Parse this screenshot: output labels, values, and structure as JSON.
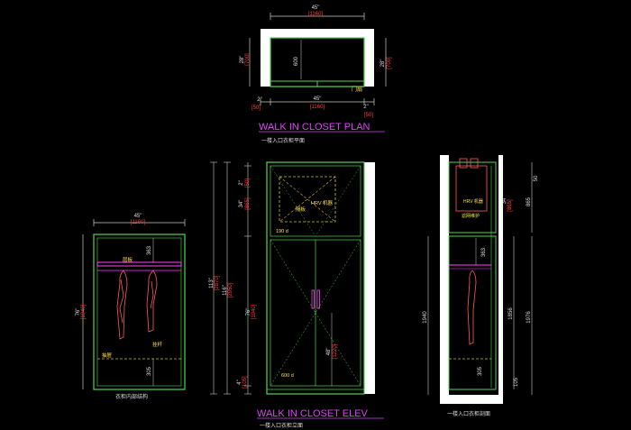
{
  "plan": {
    "title": "WALK IN CLOSET PLAN",
    "subtitle": "一楼入口衣柜平面",
    "top_dim_ft": "45\"",
    "top_dim_mm": "[1160]",
    "depth_inner": "600",
    "left_dim_ft": "28\"",
    "left_dim_mm": "[700]",
    "right_dim_ft": "28\"",
    "right_dim_mm": "[700]",
    "bottom_left_ft": "2\"",
    "bottom_left_mm": "[50]",
    "bottom_mid_ft": "45\"",
    "bottom_mid_mm": "[1160]",
    "bottom_right_ft": "2\"",
    "bottom_right_mm": "[50]",
    "door_note": "门扇"
  },
  "elev": {
    "title": "WALK IN CLOSET ELEV",
    "subtitle": "一楼入口衣柜立面",
    "dim_top_ft": "2\"",
    "dim_top_mm": "[50]",
    "dim_upper_ft": "34\"",
    "dim_upper_mm": "[865]",
    "dim_total_ft": "113\"",
    "dim_total_mm": "[2870]",
    "dim_total2_ft": "116\"",
    "dim_total2_mm": "[2950]",
    "dim_lower_ft": "76\"",
    "dim_lower_mm": "[1940]",
    "dim_base_ft": "4\"",
    "dim_base_mm": "[105]",
    "handle_ft": "48\"",
    "handle_mm": "[1220]",
    "upper_label": "190 d",
    "upper_note": "HRV 机器",
    "upper_note2": "隔板",
    "lower_label": "600 d"
  },
  "inner": {
    "subtitle": "衣柜内部结构",
    "top_ft": "45\"",
    "top_mm": "[1160]",
    "left_ft": "76\"",
    "left_mm": "[1940]",
    "dim_363": "363",
    "dim_305": "305",
    "shelf_label": "层板",
    "rail_label": "挂杆",
    "drawer_label": "抽屉"
  },
  "section": {
    "subtitle": "一楼入口衣柜剖面",
    "dim_50": "50",
    "dim_865": "865",
    "side_ft": "34\"",
    "side_mm": "[865]",
    "dim_1940": "1940",
    "dim_1856": "1856",
    "dim_1976": "1976",
    "dim_363": "363",
    "dim_305": "305",
    "dim_105": "105",
    "hrv_label": "HRV 机器",
    "filter_label": "滤网维护"
  },
  "colors": {
    "wall": "#ffffff",
    "cabinet": "#4cd94c",
    "dimension": "#d6d6d6",
    "dim_text": "#ff3b3b",
    "note": "#ffe14a",
    "title": "#e040fb",
    "clothes": "#ff5a5a",
    "shelf": "#ff40ff",
    "dashed": "#d6b83a"
  }
}
